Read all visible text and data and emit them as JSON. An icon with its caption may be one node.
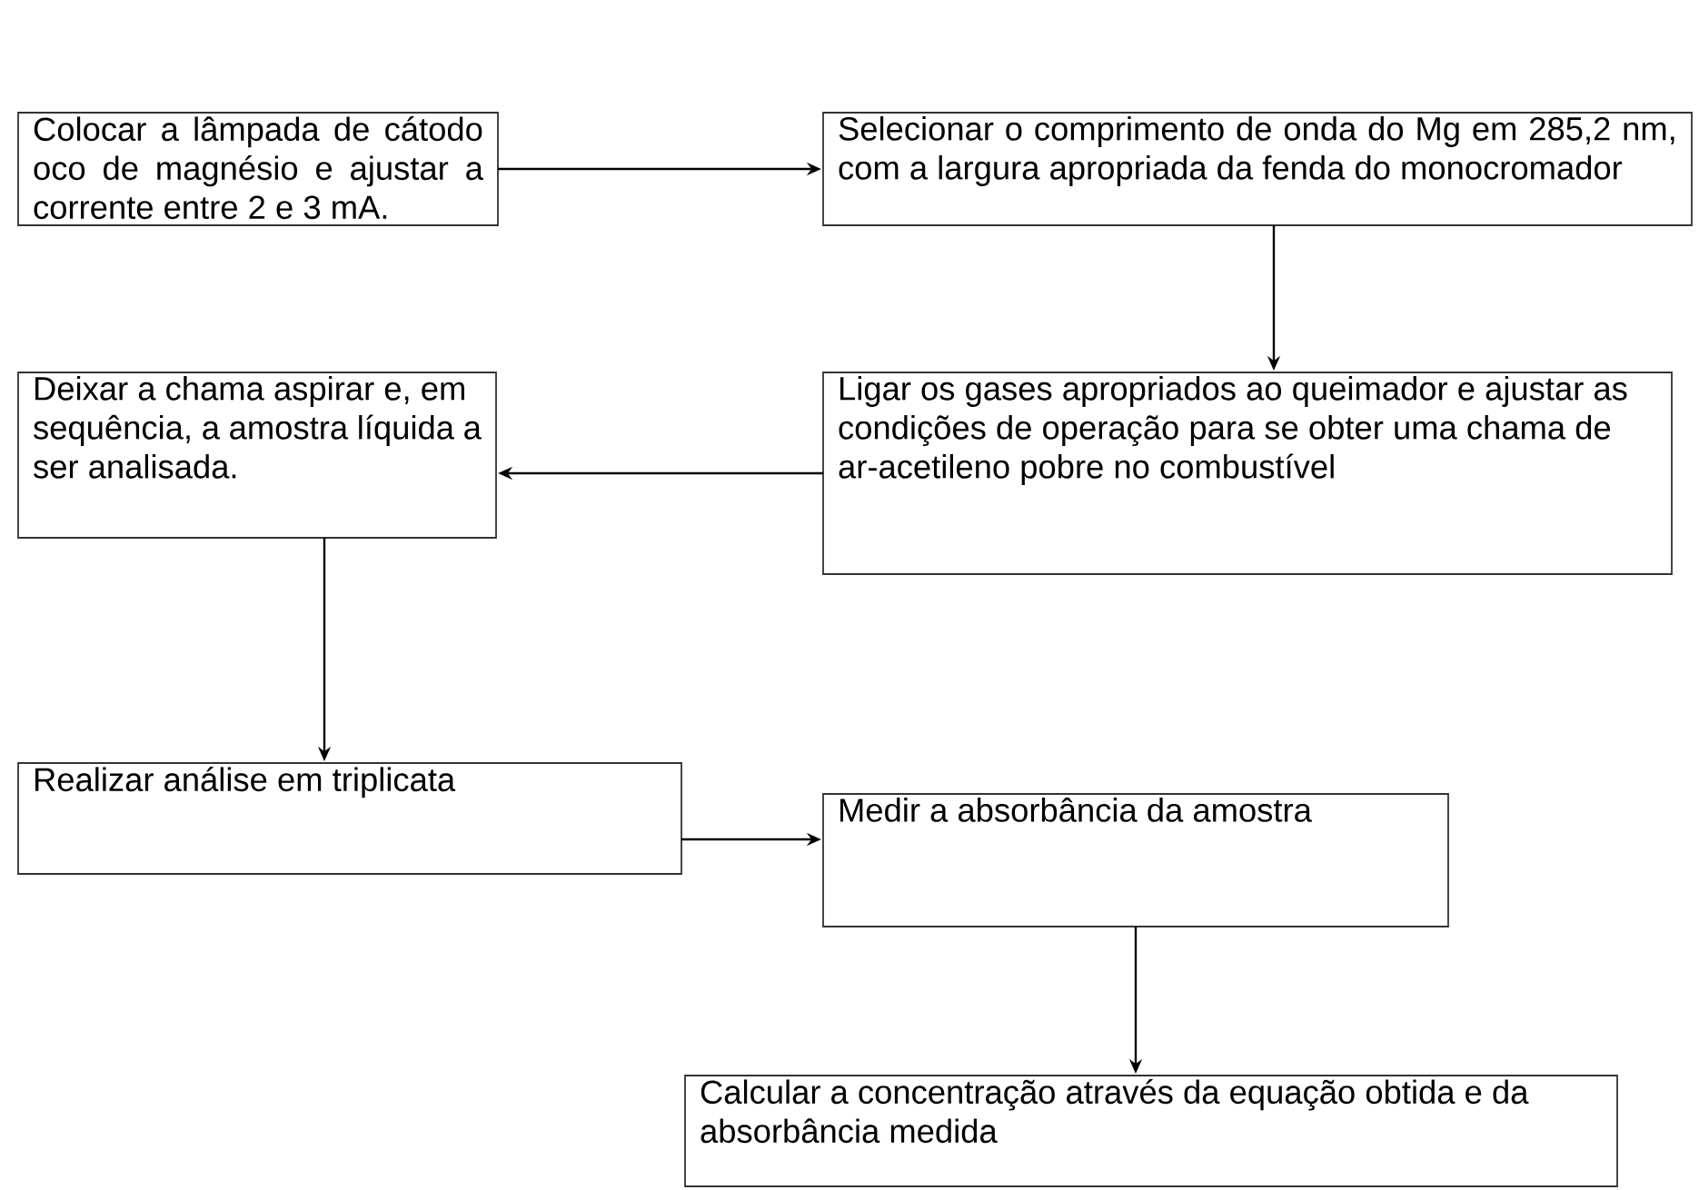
{
  "diagram": {
    "nodes": [
      {
        "text": [
          "Colocar a lâmpada de cátodo oco de magnésio e ajustar a corrente entre 2 e 3 mA."
        ]
      },
      {
        "text": [
          "Selecionar o comprimento de onda do Mg em 285,2 nm, com a largura apropriada da fenda do monocromador"
        ]
      },
      {
        "text": [
          "Ligar os gases apropriados ao queimador e ajustar as condições de operação para se obter uma chama de ar-acetileno pobre no combustível"
        ]
      },
      {
        "text": [
          "Deixar a chama aspirar e, em sequência, a amostra líquida  a ser analisada."
        ]
      },
      {
        "text": [
          "Realizar análise em triplicata"
        ]
      },
      {
        "text": [
          "Medir a absorbância da amostra"
        ]
      },
      {
        "text": [
          "Calcular a concentração através da equação obtida e da absorbância medida"
        ]
      }
    ],
    "edges": [
      {
        "from": 0,
        "to": 1,
        "arrow": "to"
      },
      {
        "from": 1,
        "to": 2,
        "arrow": "to"
      },
      {
        "from": 2,
        "to": 3,
        "arrow": "to"
      },
      {
        "from": 3,
        "to": 4,
        "arrow": "to"
      },
      {
        "from": 4,
        "to": 5,
        "arrow": "to"
      },
      {
        "from": 5,
        "to": 6,
        "arrow": "to"
      }
    ]
  }
}
